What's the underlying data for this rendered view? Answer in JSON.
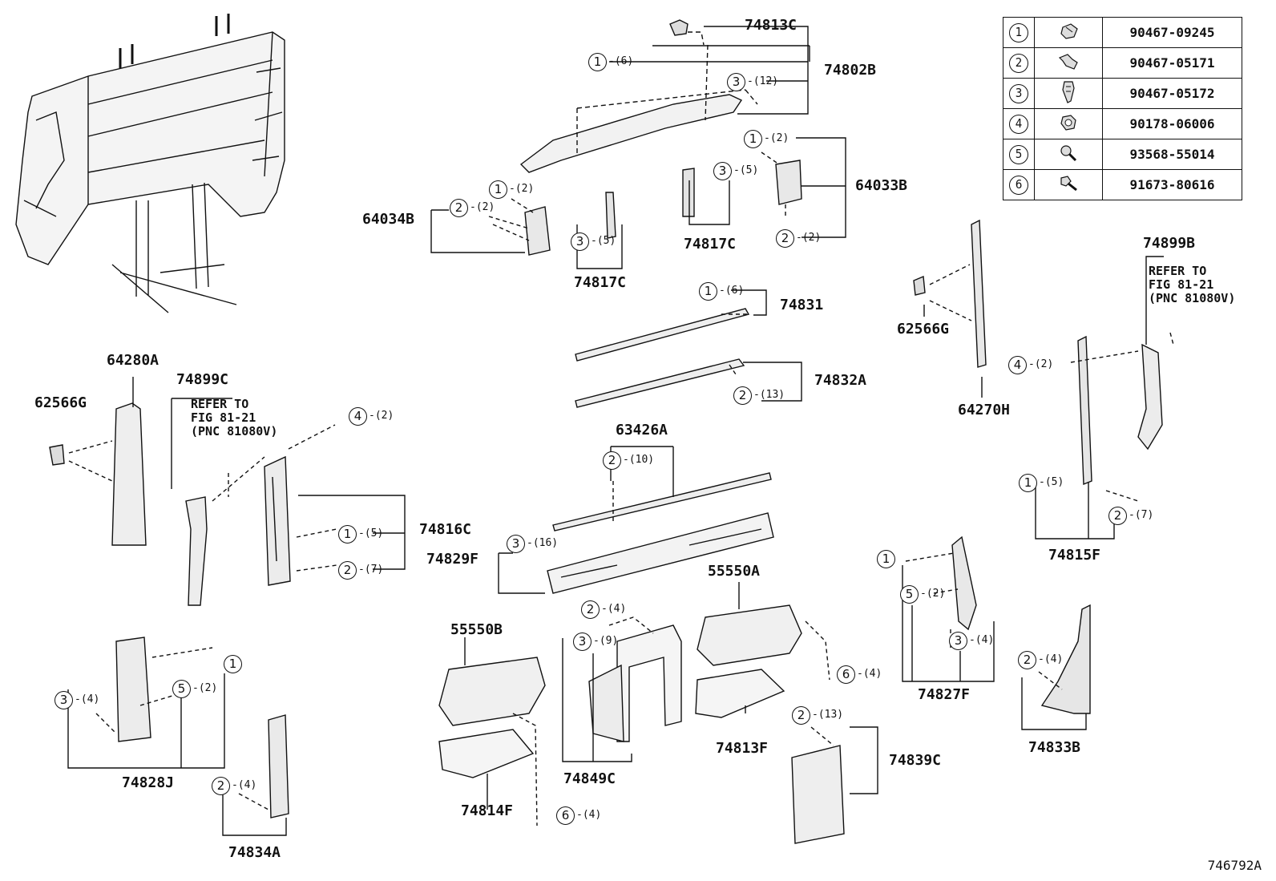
{
  "diagram_id": "746792A",
  "legend": [
    {
      "num": "1",
      "icon": "push-clip-icon",
      "part_no": "90467-09245"
    },
    {
      "num": "2",
      "icon": "flat-clip-icon",
      "part_no": "90467-05171"
    },
    {
      "num": "3",
      "icon": "long-clip-icon",
      "part_no": "90467-05172"
    },
    {
      "num": "4",
      "icon": "nut-clip-icon",
      "part_no": "90178-06006"
    },
    {
      "num": "5",
      "icon": "screw-icon",
      "part_no": "93568-55014"
    },
    {
      "num": "6",
      "icon": "bolt-icon",
      "part_no": "91673-80616"
    }
  ],
  "parts": {
    "p74813C": "74813C",
    "p74802B": "74802B",
    "p64034B": "64034B",
    "p74817C_a": "74817C",
    "p74817C_b": "74817C",
    "p64033B": "64033B",
    "p74831": "74831",
    "p74832A": "74832A",
    "p62566G_a": "62566G",
    "p62566G_b": "62566G",
    "p64270H": "64270H",
    "p74899B": "74899B",
    "p64280A": "64280A",
    "p74899C": "74899C",
    "p74816C": "74816C",
    "p63426A": "63426A",
    "p74829F": "74829F",
    "p55550A": "55550A",
    "p55550B": "55550B",
    "p74815F": "74815F",
    "p74827F": "74827F",
    "p74828J": "74828J",
    "p74834A": "74834A",
    "p74849C": "74849C",
    "p74813F": "74813F",
    "p74814F": "74814F",
    "p74839C": "74839C",
    "p74833B": "74833B"
  },
  "refs": {
    "ref_a": "REFER TO\nFIG 81-21\n(PNC 81080V)",
    "ref_b": "REFER TO\nFIG 81-21\n(PNC 81080V)"
  },
  "callouts": [
    {
      "id": "c1",
      "num": "1",
      "count": "-(6)"
    },
    {
      "id": "c2",
      "num": "3",
      "count": "-(12)"
    },
    {
      "id": "c3",
      "num": "1",
      "count": "-(2)"
    },
    {
      "id": "c4",
      "num": "1",
      "count": "-(2)"
    },
    {
      "id": "c5",
      "num": "2",
      "count": "-(2)"
    },
    {
      "id": "c6",
      "num": "3",
      "count": "-(5)"
    },
    {
      "id": "c7",
      "num": "3",
      "count": "-(5)"
    },
    {
      "id": "c8",
      "num": "2",
      "count": "-(2)"
    },
    {
      "id": "c9",
      "num": "1",
      "count": "-(6)"
    },
    {
      "id": "c10",
      "num": "2",
      "count": "-(13)"
    },
    {
      "id": "c11",
      "num": "4",
      "count": "-(2)"
    },
    {
      "id": "c12",
      "num": "1",
      "count": "-(5)"
    },
    {
      "id": "c13",
      "num": "2",
      "count": "-(7)"
    },
    {
      "id": "c14",
      "num": "2",
      "count": "-(10)"
    },
    {
      "id": "c15",
      "num": "3",
      "count": "-(16)"
    },
    {
      "id": "c16",
      "num": "4",
      "count": "-(2)"
    },
    {
      "id": "c17",
      "num": "1",
      "count": "-(5)"
    },
    {
      "id": "c18",
      "num": "2",
      "count": "-(7)"
    },
    {
      "id": "c19",
      "num": "2",
      "count": "-(4)"
    },
    {
      "id": "c20",
      "num": "3",
      "count": "-(9)"
    },
    {
      "id": "c21",
      "num": "1",
      "count": ""
    },
    {
      "id": "c22",
      "num": "5",
      "count": "-(2)"
    },
    {
      "id": "c23",
      "num": "3",
      "count": "-(4)"
    },
    {
      "id": "c24",
      "num": "6",
      "count": "-(4)"
    },
    {
      "id": "c25",
      "num": "1",
      "count": ""
    },
    {
      "id": "c26",
      "num": "5",
      "count": "-(2)"
    },
    {
      "id": "c27",
      "num": "3",
      "count": "-(4)"
    },
    {
      "id": "c28",
      "num": "2",
      "count": "-(4)"
    },
    {
      "id": "c29",
      "num": "2",
      "count": "-(4)"
    },
    {
      "id": "c30",
      "num": "2",
      "count": "-(13)"
    },
    {
      "id": "c31",
      "num": "6",
      "count": "-(4)"
    }
  ]
}
